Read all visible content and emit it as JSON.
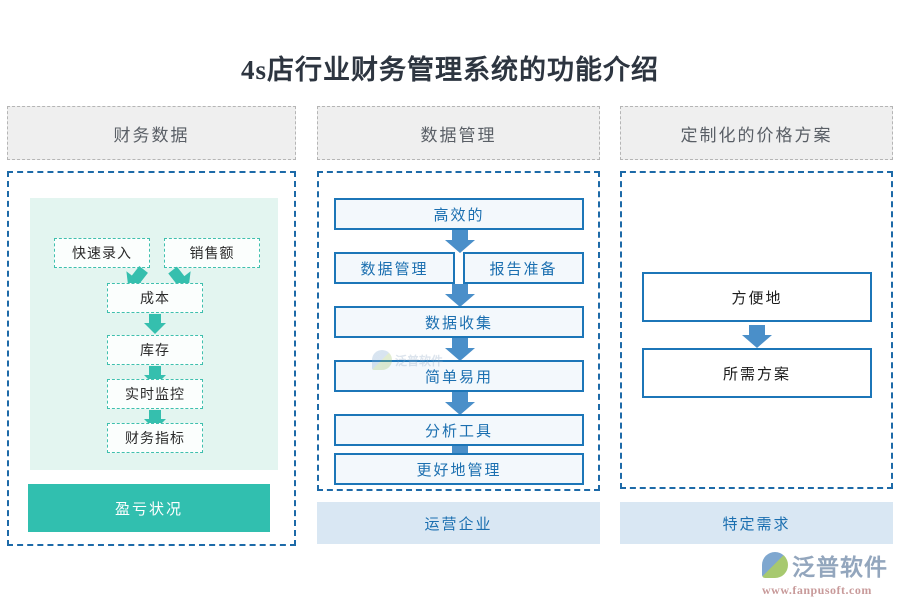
{
  "page": {
    "title": "4s店行业财务管理系统的功能介绍",
    "background": "#ffffff"
  },
  "colors": {
    "teal": "#31bfaf",
    "teal_light": "#e3f5f0",
    "blue": "#1c76b8",
    "blue_arrow": "#4a8fc9",
    "blue_fill": "#f3f8fc",
    "footer_fill": "#d9e7f3",
    "header_fill": "#efefef",
    "header_border": "#b5b5b5",
    "dashed_border": "#1d6aa8"
  },
  "columns": [
    {
      "header": "财务数据",
      "theme": "teal",
      "nodes": [
        {
          "label": "快速录入"
        },
        {
          "label": "销售额"
        },
        {
          "label": "成本"
        },
        {
          "label": "库存"
        },
        {
          "label": "实时监控"
        },
        {
          "label": "财务指标"
        }
      ],
      "highlight": "盈亏状况"
    },
    {
      "header": "数据管理",
      "theme": "blue",
      "nodes": [
        {
          "label": "高效的"
        },
        {
          "label": "数据管理"
        },
        {
          "label": "报告准备"
        },
        {
          "label": "数据收集"
        },
        {
          "label": "简单易用"
        },
        {
          "label": "分析工具"
        },
        {
          "label": "更好地管理"
        }
      ],
      "footer": "运营企业"
    },
    {
      "header": "定制化的价格方案",
      "theme": "blue",
      "nodes": [
        {
          "label": "方便地"
        },
        {
          "label": "所需方案"
        }
      ],
      "footer": "特定需求"
    }
  ],
  "watermark": {
    "center_text": "泛普软件"
  },
  "brand": {
    "name": "泛普软件",
    "url": "www.fanpusoft.com"
  }
}
